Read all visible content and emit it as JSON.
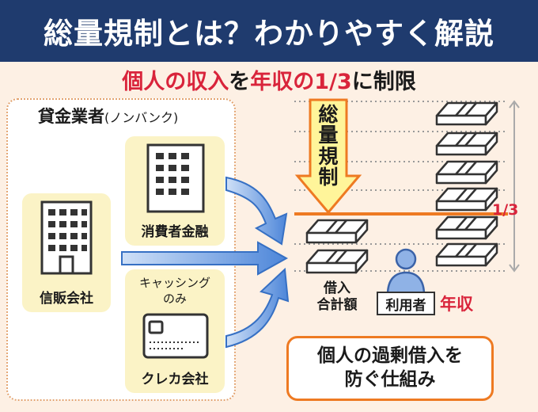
{
  "title": "総量規制とは？わかりやすく解説",
  "subtitle": {
    "part1": "個人の収入",
    "part2": "を",
    "part3": "年収の1/3",
    "part4": "に制限"
  },
  "lenders": {
    "heading": "貸金業者",
    "heading_note": "(ノンバンク)",
    "shinpan": "信販会社",
    "consumer": "消費者金融",
    "cashing": "キャッシング",
    "cashing_only": "のみ",
    "credit": "クレカ会社"
  },
  "regulation": {
    "arrow_text": [
      "総",
      "量",
      "規",
      "制"
    ],
    "borrow_line1": "借入",
    "borrow_line2": "合計額",
    "user_label": "利用者",
    "income_label": "年収",
    "fraction": "1/3"
  },
  "callout": {
    "line1": "個人の過剰借入を",
    "line2": "防ぐ仕組み"
  },
  "colors": {
    "navy": "#1f3b6e",
    "red": "#d9243b",
    "orange": "#ee7a22",
    "blue": "#4d86d9",
    "cream": "#fbf3c6",
    "yellow": "#fff59a"
  }
}
